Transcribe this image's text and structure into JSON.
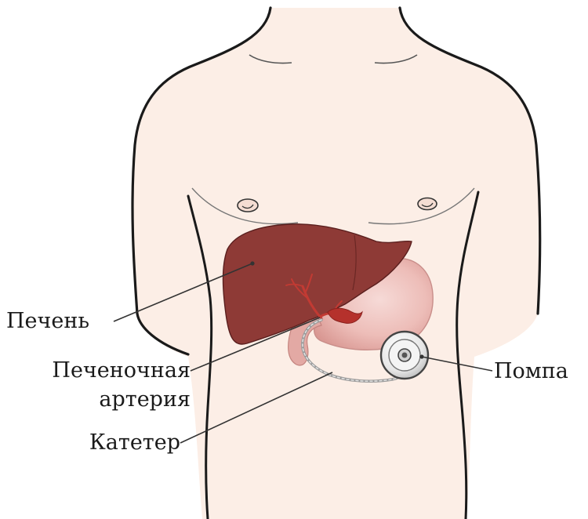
{
  "labels": {
    "liver": "Печень",
    "hepatic_artery_line1": "Печеночная",
    "hepatic_artery_line2": "артерия",
    "catheter": "Катетер",
    "pump": "Помпа"
  },
  "colors": {
    "skin": "#FCEEE6",
    "outline": "#1a1a1a",
    "liver": "#8E3A36",
    "liver_edge": "#5A1F1E",
    "stomach": "#E9B7B2",
    "stomach_edge": "#C98E8A",
    "artery": "#B5312C",
    "pump_body": "#E8E8E8",
    "leader_line": "#333333"
  }
}
